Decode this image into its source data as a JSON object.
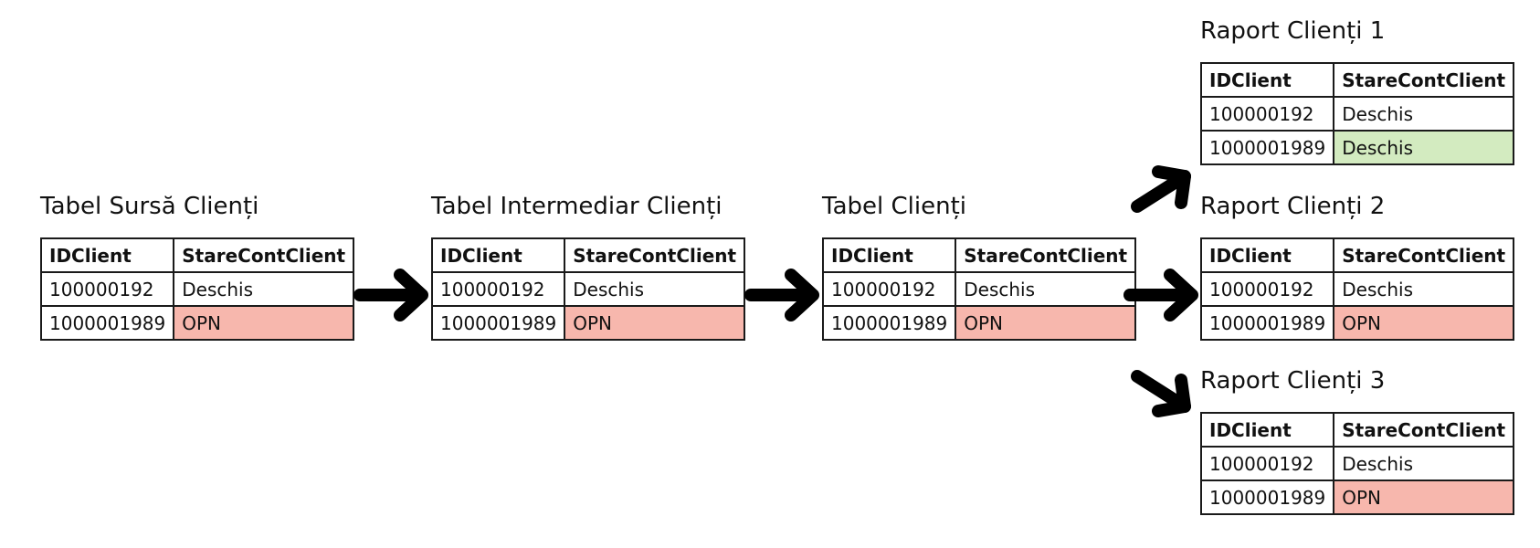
{
  "colors": {
    "opn_highlight": "#f7b7ad",
    "deschis_highlight": "#d3ebc0",
    "border": "#1a1a1a",
    "arrow": "#000000"
  },
  "tables": [
    {
      "title": "Tabel Sursă Clienți",
      "headers": [
        "IDClient",
        "StareContClient"
      ],
      "rows": [
        [
          "100000192",
          "Deschis"
        ],
        [
          "1000001989",
          "OPN"
        ]
      ],
      "highlight": "red"
    },
    {
      "title": "Tabel Intermediar Clienți",
      "headers": [
        "IDClient",
        "StareContClient"
      ],
      "rows": [
        [
          "100000192",
          "Deschis"
        ],
        [
          "1000001989",
          "OPN"
        ]
      ],
      "highlight": "red"
    },
    {
      "title": "Tabel Clienți",
      "headers": [
        "IDClient",
        "StareContClient"
      ],
      "rows": [
        [
          "100000192",
          "Deschis"
        ],
        [
          "1000001989",
          "OPN"
        ]
      ],
      "highlight": "red"
    },
    {
      "title": "Raport Clienți 1",
      "headers": [
        "IDClient",
        "StareContClient"
      ],
      "rows": [
        [
          "100000192",
          "Deschis"
        ],
        [
          "1000001989",
          "Deschis"
        ]
      ],
      "highlight": "green"
    },
    {
      "title": "Raport Clienți 2",
      "headers": [
        "IDClient",
        "StareContClient"
      ],
      "rows": [
        [
          "100000192",
          "Deschis"
        ],
        [
          "1000001989",
          "OPN"
        ]
      ],
      "highlight": "red"
    },
    {
      "title": "Raport Clienți 3",
      "headers": [
        "IDClient",
        "StareContClient"
      ],
      "rows": [
        [
          "100000192",
          "Deschis"
        ],
        [
          "1000001989",
          "OPN"
        ]
      ],
      "highlight": "red"
    }
  ]
}
